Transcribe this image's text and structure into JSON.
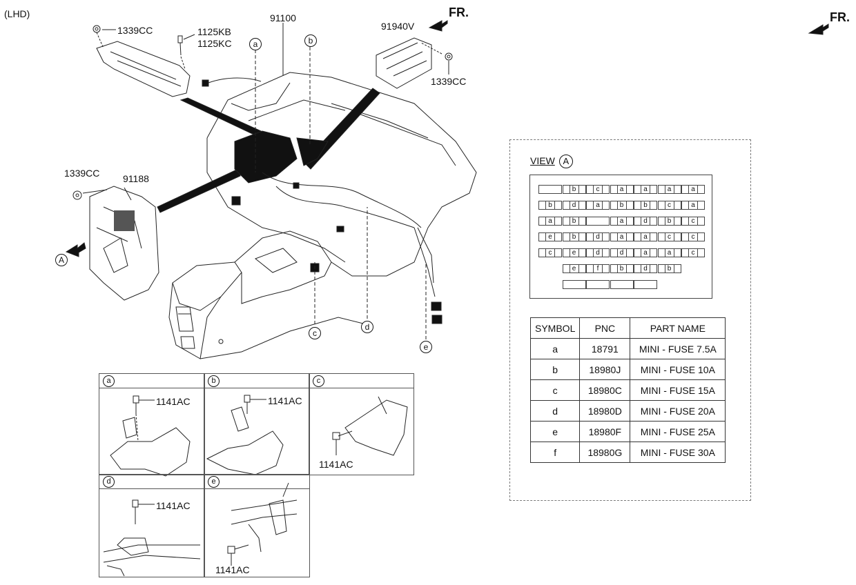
{
  "header": {
    "lhd": "(LHD)",
    "fr_left": "FR.",
    "fr_right": "FR."
  },
  "callouts": {
    "c1339cc_top": "1339CC",
    "c1125kb": "1125KB",
    "c1125kc": "1125KC",
    "c91100": "91100",
    "c91940v": "91940V",
    "c1339cc_right": "1339CC",
    "c1339cc_left": "1339CC",
    "c91188": "91188",
    "marker_a": "a",
    "marker_b": "b",
    "marker_c": "c",
    "marker_d": "d",
    "marker_e": "e",
    "marker_A": "A"
  },
  "details": [
    {
      "tag": "a",
      "part": "1141AC"
    },
    {
      "tag": "b",
      "part": "1141AC"
    },
    {
      "tag": "c",
      "part": "1141AC"
    },
    {
      "tag": "d",
      "part": "1141AC"
    },
    {
      "tag": "e",
      "part": "1141AC"
    }
  ],
  "view": {
    "title": "VIEW",
    "marker": "A",
    "fuse_rows": [
      [
        "",
        "b",
        "c",
        "a",
        "a",
        "a",
        "a"
      ],
      [
        "b",
        "d",
        "a",
        "b",
        "b",
        "c",
        "a"
      ],
      [
        "a",
        "b",
        "",
        "a",
        "d",
        "b",
        "c"
      ],
      [
        "e",
        "b",
        "d",
        "a",
        "a",
        "c",
        "c"
      ],
      [
        "c",
        "e",
        "d",
        "d",
        "a",
        "a",
        "c"
      ],
      [
        "",
        "e",
        "f",
        "b",
        "d",
        "b",
        ""
      ],
      [
        "",
        "",
        "",
        "",
        "",
        "",
        ""
      ]
    ]
  },
  "parts_table": {
    "headers": [
      "SYMBOL",
      "PNC",
      "PART NAME"
    ],
    "rows": [
      [
        "a",
        "18791",
        "MINI - FUSE 7.5A"
      ],
      [
        "b",
        "18980J",
        "MINI - FUSE 10A"
      ],
      [
        "c",
        "18980C",
        "MINI - FUSE 15A"
      ],
      [
        "d",
        "18980D",
        "MINI - FUSE 20A"
      ],
      [
        "e",
        "18980F",
        "MINI - FUSE 25A"
      ],
      [
        "f",
        "18980G",
        "MINI - FUSE 30A"
      ]
    ]
  }
}
